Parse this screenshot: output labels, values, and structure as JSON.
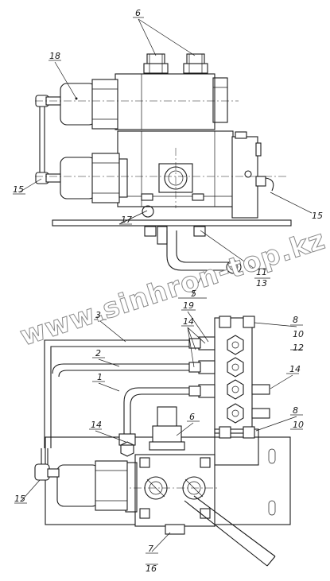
{
  "corner_note": "",
  "watermark": "www.sinhron-top.kz",
  "callouts": {
    "c6_top": "6",
    "c18": "18",
    "c15_top": "15",
    "c15_right": "15",
    "c17": "17",
    "c11": "11",
    "c13": "13",
    "c5": "5",
    "c3": "3",
    "c19": "19",
    "c14_a": "14",
    "c8_top": "8",
    "c10_top": "10",
    "c12": "12",
    "c2": "2",
    "c14_right": "14",
    "c1": "1",
    "c14_left": "14",
    "c6_bottom": "6",
    "c8_mid": "8",
    "c10_mid": "10",
    "c15_bottom": "15",
    "c7": "7",
    "c16": "16"
  }
}
